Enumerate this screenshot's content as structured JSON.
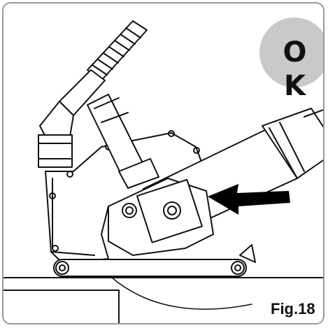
{
  "figure": {
    "badge_text": "O K",
    "label": "Fig.18",
    "subject": "wall-chaser-machine-illustration",
    "colors": {
      "badge": "#c9c9c9",
      "line": "#111111",
      "frame": "#9a9a9a"
    }
  }
}
